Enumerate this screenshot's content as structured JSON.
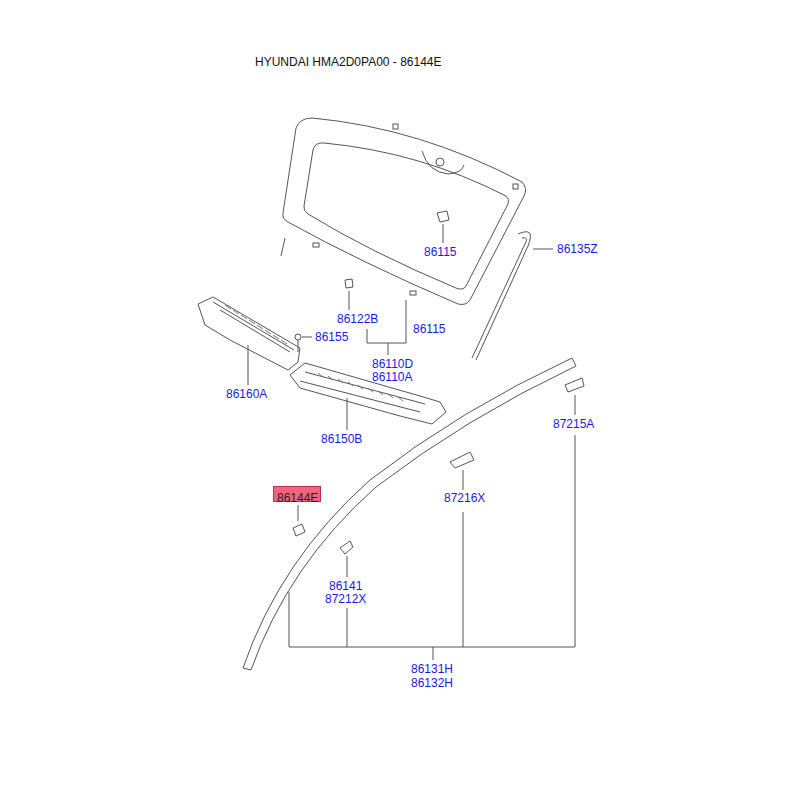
{
  "diagram": {
    "title": "HYUNDAI HMA2D0PA00 - 86144E",
    "nodes": [
      {
        "text": [
          "86144E"
        ]
      }
    ],
    "labels": [
      "86115",
      "86135Z",
      "86122B",
      "86115",
      "86155",
      "86110D",
      "86110A",
      "86160A",
      "86150B",
      "87215A",
      "87216X",
      "86141",
      "87212X",
      "86131H",
      "86132H"
    ]
  }
}
